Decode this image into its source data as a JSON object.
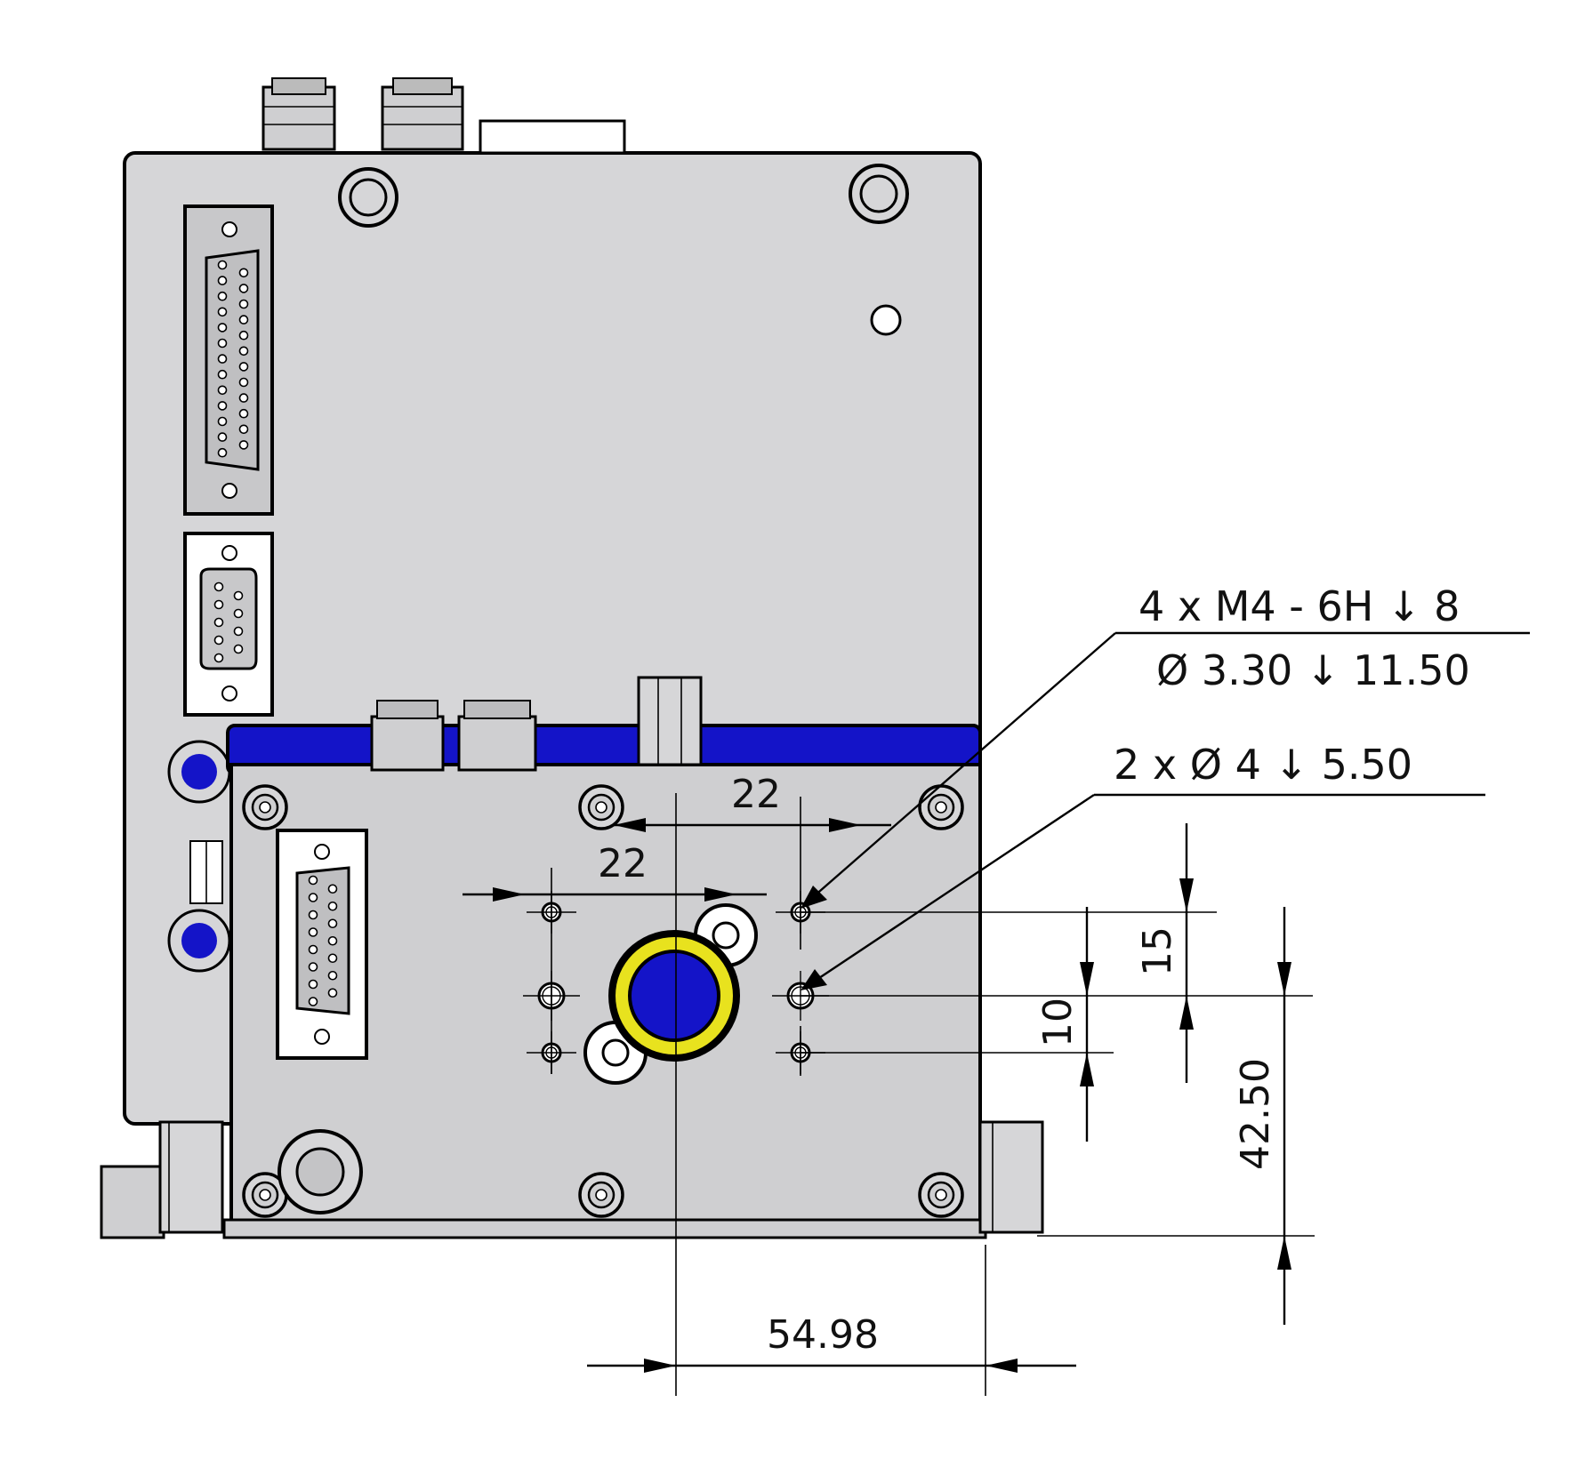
{
  "callouts": {
    "threaded_holes": {
      "line1": "4 x M4 - 6H ↓ 8",
      "line2": "Ø 3.30 ↓ 11.50"
    },
    "plain_holes": {
      "line1": "2 x Ø 4 ↓ 5.50"
    }
  },
  "dimensions": {
    "top_spacing_upper": "22",
    "top_spacing_lower": "22",
    "vertical_spacing_a": "15",
    "vertical_spacing_b": "10",
    "height_from_base": "42.50",
    "offset_from_edge": "54.98"
  },
  "colors": {
    "accent_blue": "#1414c8",
    "seal_yellow": "#e8e21e",
    "panel_gray": "#d6d6d8",
    "line_black": "#000000"
  },
  "icons": [
    "dsub-connector-icon",
    "mounting-screw-icon",
    "blue-port-icon",
    "depth-symbol-icon",
    "diameter-symbol-icon"
  ]
}
